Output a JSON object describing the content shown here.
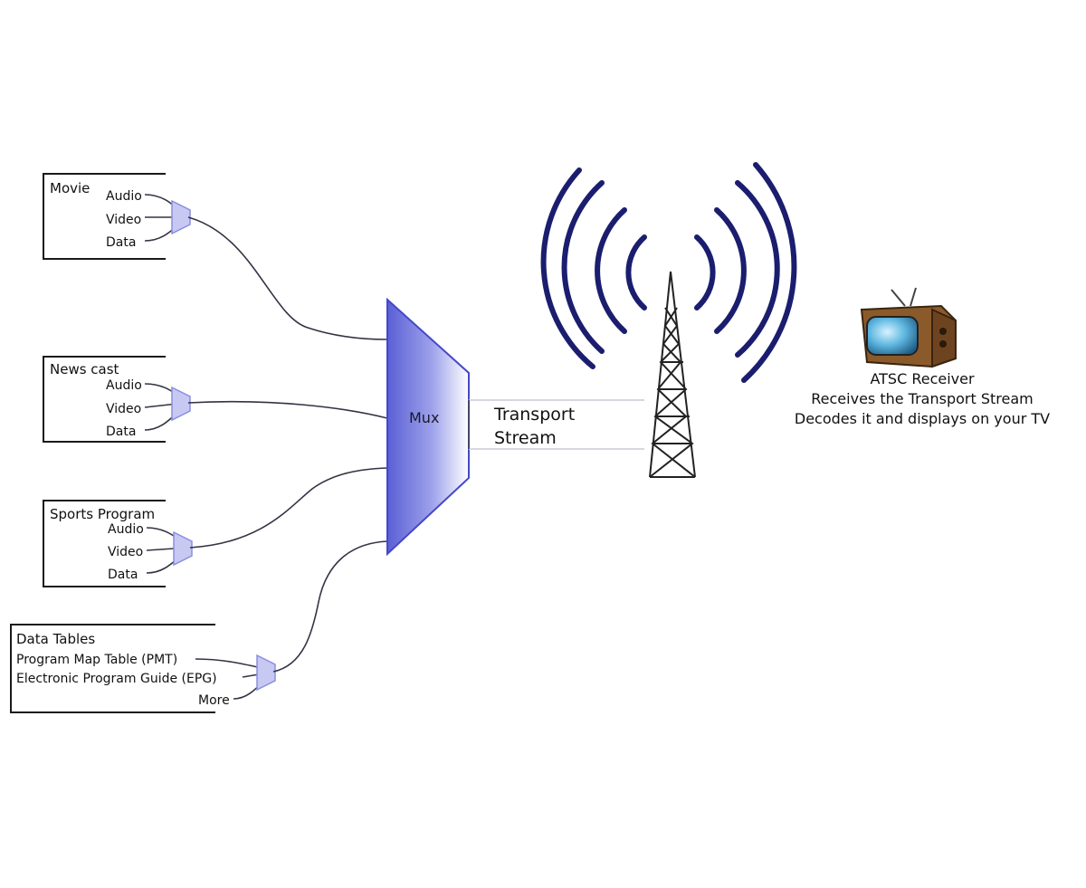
{
  "sources": [
    {
      "title": "Movie",
      "inputs": [
        "Audio",
        "Video",
        "Data"
      ]
    },
    {
      "title": "News cast",
      "inputs": [
        "Audio",
        "Video",
        "Data"
      ]
    },
    {
      "title": "Sports Program",
      "inputs": [
        "Audio",
        "Video",
        "Data"
      ]
    }
  ],
  "data_tables": {
    "title": "Data Tables",
    "inputs": [
      "Program Map Table (PMT)",
      "Electronic Program Guide (EPG)",
      "More"
    ]
  },
  "mux": {
    "label": "Mux",
    "color_light": "#ffffff",
    "color_dark": "#5a5fd6"
  },
  "transport_stream": {
    "line1": "Transport",
    "line2": "Stream"
  },
  "receiver": {
    "title": "ATSC Receiver",
    "line1": "Receives the Transport Stream",
    "line2": "Decodes it and displays on your TV"
  },
  "colors": {
    "wave": "#1b1d6e",
    "connector": "#8a8fe0"
  }
}
